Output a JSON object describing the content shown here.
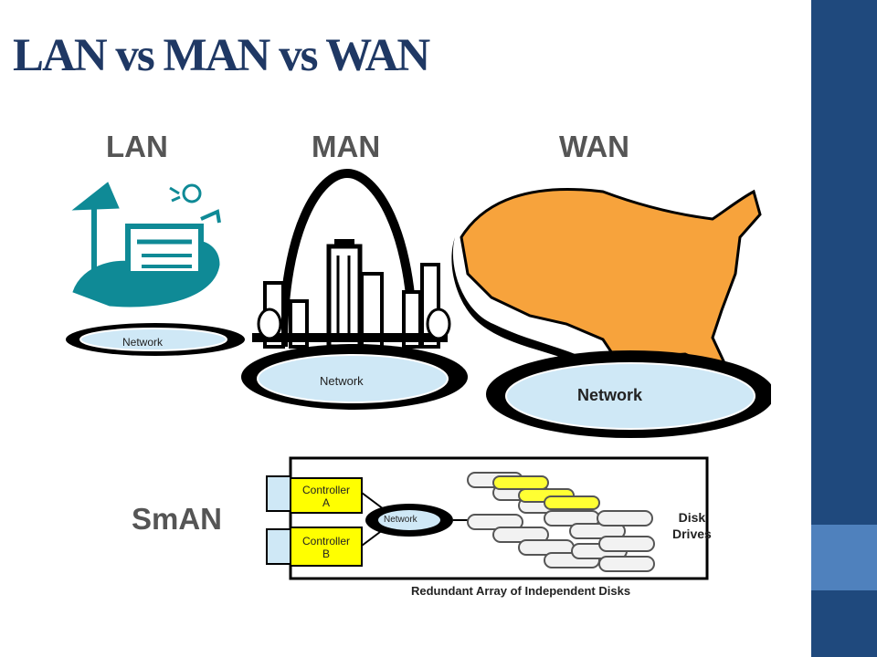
{
  "slide": {
    "title": "LAN vs MAN vs WAN"
  },
  "diagram": {
    "labels": {
      "lan": "LAN",
      "man": "MAN",
      "wan": "WAN",
      "sman": "SmAN"
    },
    "clouds": {
      "lan": "Network",
      "man": "Network",
      "wan": "Network",
      "sman": "Network"
    },
    "controllers": [
      {
        "line1": "Controller",
        "line2": "A"
      },
      {
        "line1": "Controller",
        "line2": "B"
      }
    ],
    "disks_label_line1": "Disk",
    "disks_label_line2": "Drives",
    "raid_caption": "Redundant Array of Independent Disks"
  },
  "colors": {
    "title": "#1f3864",
    "sidebar": "#1f497d",
    "accent": "#4f81bd",
    "teal": "#0f8a96",
    "orange": "#f7a33c",
    "cloud_fill": "#cfe8f6",
    "controller": "#ffff00"
  }
}
